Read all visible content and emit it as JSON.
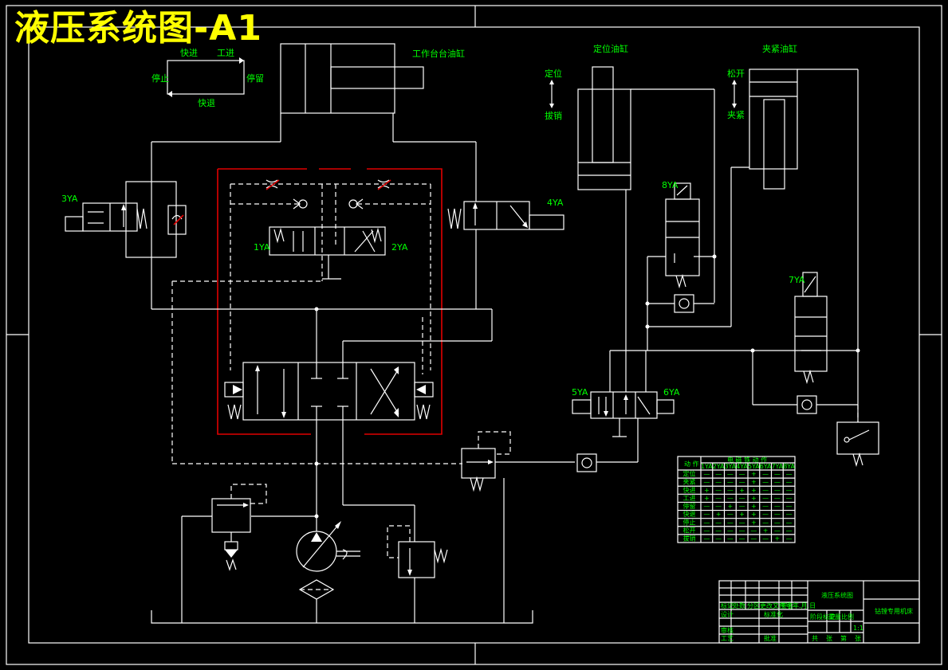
{
  "title": "液压系统图-A1",
  "labels": {
    "cycle_fast_in": "快进",
    "cycle_work_in": "工进",
    "cycle_stop": "停止",
    "cycle_dwell": "停留",
    "cycle_fast_back": "快退",
    "table_cylinder": "工作台台油缸",
    "locate_cylinder": "定位油缸",
    "clamp_cylinder": "夹紧油缸",
    "locate": "定位",
    "unlock": "拔销",
    "release": "松开",
    "clamp": "夹紧",
    "sol_1": "1YA",
    "sol_2": "2YA",
    "sol_3": "3YA",
    "sol_4": "4YA",
    "sol_5": "5YA",
    "sol_6": "6YA",
    "sol_7": "7YA",
    "sol_8": "8YA"
  },
  "action_table": {
    "header_action": "动 作",
    "header_group": "电 磁 铁 动 作",
    "columns": [
      "1YA",
      "2YA",
      "3YA",
      "4YA",
      "5YA",
      "6YA",
      "7YA",
      "8YA"
    ],
    "rows": [
      {
        "name": "定位",
        "marks": [
          "—",
          "—",
          "—",
          "—",
          "+",
          "—",
          "—",
          "—"
        ]
      },
      {
        "name": "夹紧",
        "marks": [
          "—",
          "—",
          "—",
          "—",
          "+",
          "—",
          "—",
          "—"
        ]
      },
      {
        "name": "快进",
        "marks": [
          "+",
          "—",
          "—",
          "+",
          "+",
          "—",
          "—",
          "—"
        ]
      },
      {
        "name": "工进",
        "marks": [
          "+",
          "—",
          "—",
          "—",
          "+",
          "—",
          "—",
          "—"
        ]
      },
      {
        "name": "停留",
        "marks": [
          "—",
          "—",
          "+",
          "—",
          "+",
          "—",
          "—",
          "—"
        ]
      },
      {
        "name": "快退",
        "marks": [
          "—",
          "+",
          "—",
          "+",
          "+",
          "—",
          "—",
          "—"
        ]
      },
      {
        "name": "停止",
        "marks": [
          "—",
          "—",
          "—",
          "—",
          "+",
          "—",
          "—",
          "—"
        ]
      },
      {
        "name": "松开",
        "marks": [
          "—",
          "—",
          "—",
          "—",
          "—",
          "+",
          "—",
          "—"
        ]
      },
      {
        "name": "拔销",
        "marks": [
          "—",
          "—",
          "—",
          "—",
          "—",
          "—",
          "+",
          "—"
        ]
      }
    ]
  },
  "title_block": {
    "drawing_name": "液压系统图",
    "machine_name": "钻镗专用机床",
    "scale": "1:1",
    "c_mark": "标记",
    "c_count": "处数",
    "c_zone": "分区",
    "c_docno": "更改文件号",
    "c_sign": "签名",
    "c_date": "年.月.日",
    "c_design": "设计",
    "c_std": "标准化",
    "c_check": "审核",
    "c_craft": "工艺",
    "c_approve": "批准",
    "c_stage": "阶段标记",
    "c_weight": "重量",
    "c_ratio": "比例",
    "c_sheets": "共",
    "c_sheet_of": "张",
    "c_sheet": "第",
    "c_sheet_end": "张"
  },
  "colors": {
    "background": "#000000",
    "line": "#ffffff",
    "label": "#00ff00",
    "title": "#ffff00",
    "frame": "#e00000"
  }
}
